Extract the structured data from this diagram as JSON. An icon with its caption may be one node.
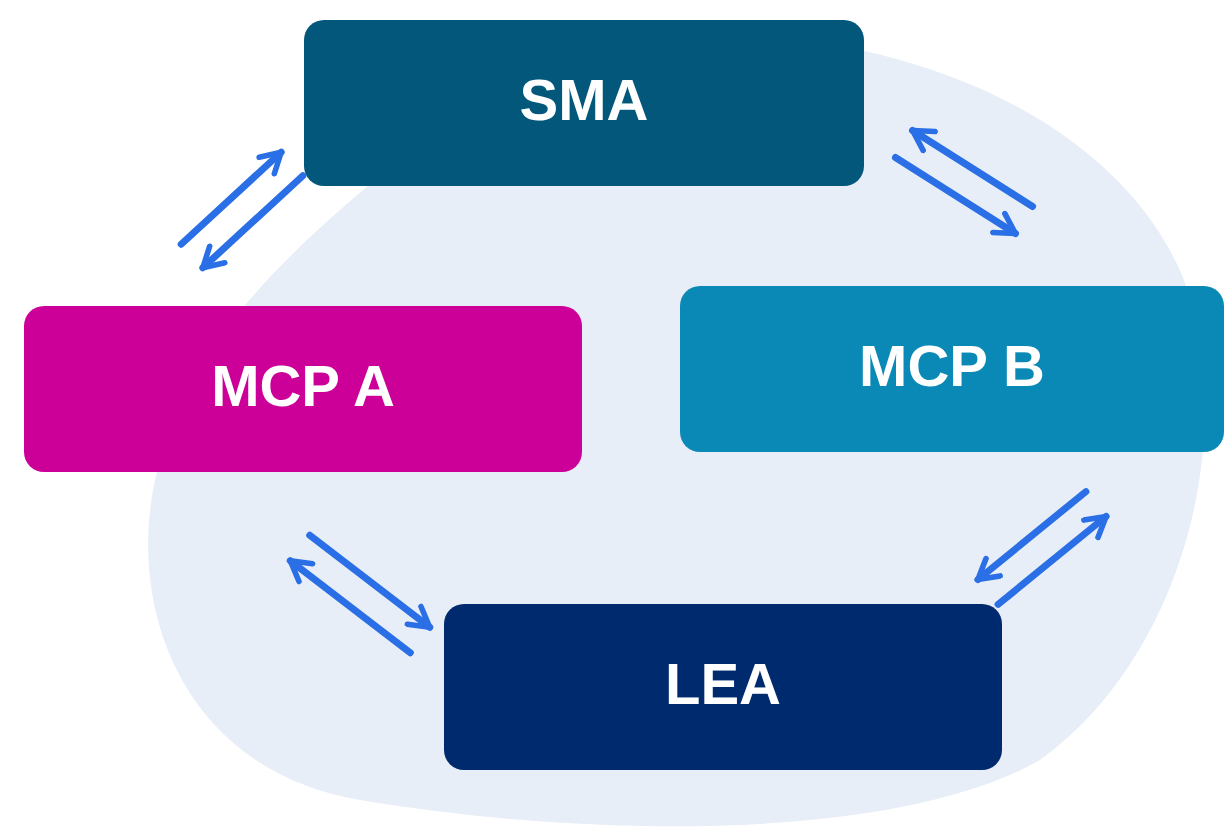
{
  "diagram": {
    "nodes": [
      {
        "text": [
          "SMA"
        ]
      },
      {
        "text": [
          "MCP A"
        ]
      },
      {
        "text": [
          "MCP B"
        ]
      },
      {
        "text": [
          "LEA"
        ]
      }
    ],
    "edges": [
      {
        "from": 1,
        "to": 0,
        "arrow": "to"
      },
      {
        "from": 0,
        "to": 1,
        "arrow": "to"
      },
      {
        "from": 0,
        "to": 2,
        "arrow": "to"
      },
      {
        "from": 2,
        "to": 0,
        "arrow": "to"
      },
      {
        "from": 2,
        "to": 3,
        "arrow": "to"
      },
      {
        "from": 3,
        "to": 2,
        "arrow": "to"
      },
      {
        "from": 3,
        "to": 1,
        "arrow": "to"
      },
      {
        "from": 1,
        "to": 3,
        "arrow": "to"
      }
    ]
  }
}
